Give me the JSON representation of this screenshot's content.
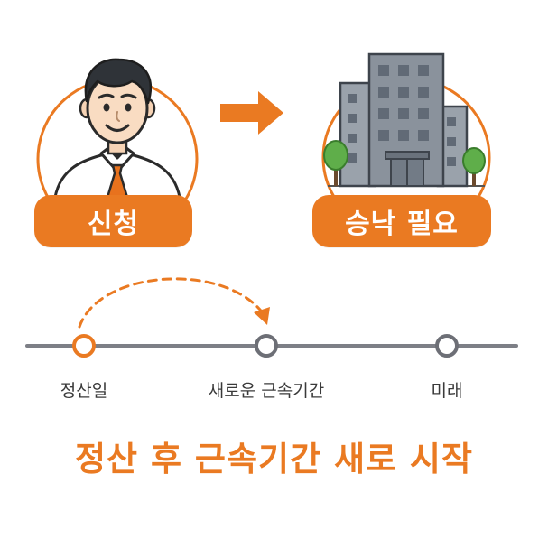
{
  "steps": {
    "apply_label": "신청",
    "approval_label": "승낙 필요"
  },
  "timeline": {
    "labels": [
      "정산일",
      "새로운 근속기간",
      "미래"
    ]
  },
  "headline": "정산 후 근속기간 새로 시작",
  "colors": {
    "accent": "#ea7a22",
    "timeline_gray": "#7d7f86",
    "building": "#8a929c",
    "window": "#616a76",
    "tree": "#5fae4a"
  },
  "icons": {
    "person": "businessman-icon",
    "arrow": "arrow-right-icon",
    "building": "office-building-icon"
  }
}
